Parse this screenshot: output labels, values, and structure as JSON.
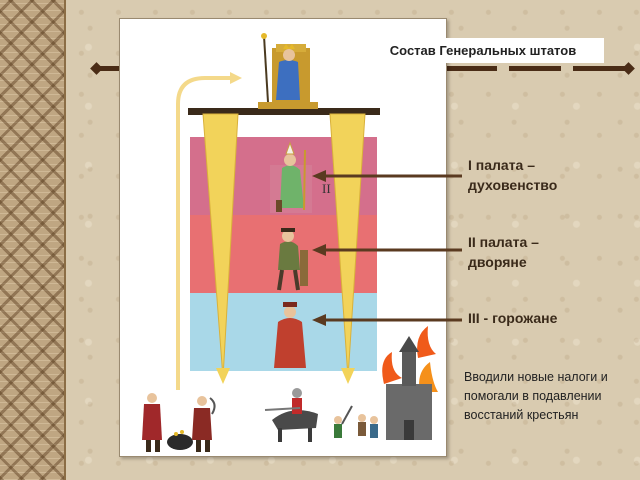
{
  "diagram": {
    "title": "Состав Генеральных штатов",
    "ladder_label": "II",
    "estates": [
      {
        "label": "I палата –\nдуховенство",
        "color": "#d46f8c"
      },
      {
        "label": "II палата –\nдворяне",
        "color": "#e87072"
      },
      {
        "label": "III - горожане",
        "color": "#a9d8e8"
      }
    ],
    "note": "Вводили новые налоги и помогали в подавлении восстаний крестьян"
  },
  "colors": {
    "arrow": "#5a3a20",
    "funnel": "#f2d35a",
    "accent_arrow": "#f4d98a"
  },
  "icons": [
    "king-figure-icon",
    "clergy-figure-icon",
    "noble-figure-icon",
    "townsman-figure-icon",
    "peasants-icon",
    "knights-icon",
    "burning-castle-icon"
  ]
}
